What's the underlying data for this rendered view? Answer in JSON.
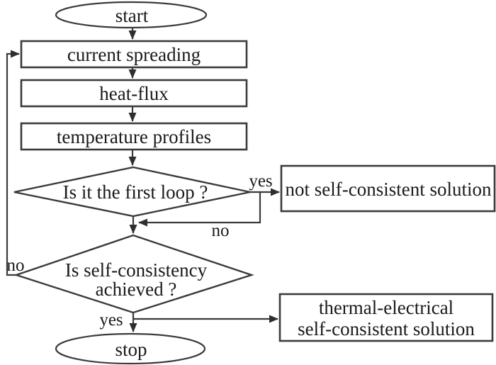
{
  "flowchart": {
    "nodes": {
      "start": {
        "shape": "ellipse",
        "label": "start"
      },
      "current_spreading": {
        "shape": "process",
        "label": "current spreading"
      },
      "heat_flux": {
        "shape": "process",
        "label": "heat-flux"
      },
      "temperature_profiles": {
        "shape": "process",
        "label": "temperature profiles"
      },
      "first_loop": {
        "shape": "decision",
        "label": "Is it the first loop ?"
      },
      "not_self_consistent": {
        "shape": "process",
        "label": "not self-consistent solution"
      },
      "self_consistency": {
        "shape": "decision",
        "lines": [
          "Is self-consistency",
          "achieved ?"
        ]
      },
      "final_solution": {
        "shape": "process",
        "lines": [
          "thermal-electrical",
          "self-consistent solution"
        ]
      },
      "stop": {
        "shape": "ellipse",
        "label": "stop"
      }
    },
    "edge_labels": {
      "first_loop_yes": "yes",
      "first_loop_no": "no",
      "self_consistency_no": "no",
      "self_consistency_yes": "yes"
    },
    "colors": {
      "stroke": "#3b3b3b",
      "text": "#1a1a1a",
      "background": "#ffffff"
    }
  }
}
